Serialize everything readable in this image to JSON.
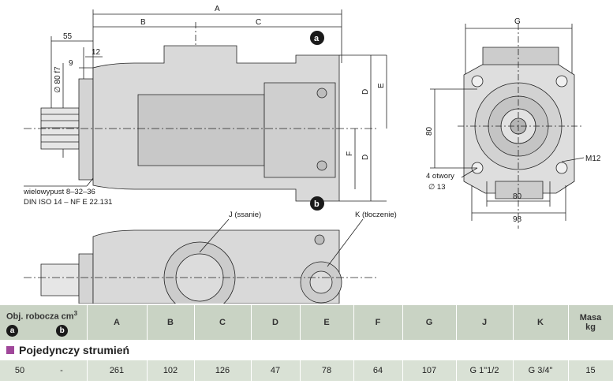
{
  "drawing": {
    "dims": {
      "A": "A",
      "B": "B",
      "C": "C",
      "G": "G",
      "d55": "55",
      "d12": "12",
      "d9": "9",
      "phi80": "∅ 80 f7",
      "D1": "D",
      "E": "E",
      "F": "F",
      "D2": "D",
      "d80v": "80",
      "d80h": "80",
      "d98": "98",
      "m12": "M12"
    },
    "markers": {
      "a": "a",
      "b": "b"
    },
    "notes": {
      "spline1": "wielowypust 8–32–36",
      "spline2": "DIN ISO 14 – NF E 22.131",
      "holes1": "4 otwory",
      "holes2": "∅ 13",
      "j": "J (ssanie)",
      "k": "K (tłoczenie)"
    }
  },
  "table": {
    "header": {
      "obj_label": "Obj. robocza cm",
      "obj_sup": "3",
      "badge_a": "a",
      "badge_b": "b",
      "cols": [
        "A",
        "B",
        "C",
        "D",
        "E",
        "F",
        "G",
        "J",
        "K"
      ],
      "masa1": "Masa",
      "masa2": "kg"
    },
    "section": "Pojedynczy strumień",
    "row": [
      "50",
      "-",
      "261",
      "102",
      "126",
      "47",
      "78",
      "64",
      "107",
      "G 1\"1/2",
      "G 3/4\"",
      "15"
    ]
  }
}
